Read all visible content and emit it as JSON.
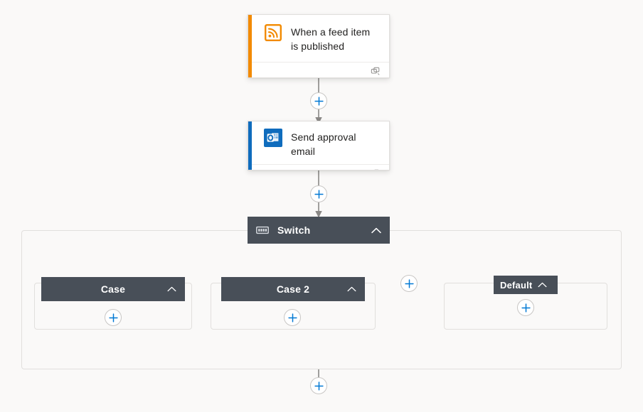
{
  "canvas": {
    "background": "#faf9f8",
    "accent_blue": "#0078d4",
    "scope_header_bg": "#484f58",
    "connector_gray": "#8a8886"
  },
  "nodes": {
    "trigger": {
      "title": "When a feed item is published",
      "icon": "rss-icon",
      "accent_color": "#f28a00",
      "connector_badge": "connector-link-icon"
    },
    "email": {
      "title": "Send approval email",
      "icon": "outlook-icon",
      "accent_color": "#0f6cbd",
      "connector_badge": "connector-link-icon"
    },
    "switch": {
      "title": "Switch",
      "icon": "switch-icon",
      "chevron": "chevron-up-icon"
    },
    "case1": {
      "title": "Case",
      "chevron": "chevron-up-icon"
    },
    "case2": {
      "title": "Case 2",
      "chevron": "chevron-up-icon"
    },
    "default_case": {
      "title": "Default",
      "chevron": "chevron-up-icon"
    }
  },
  "buttons": {
    "plus_trigger_to_email": "insert-step-icon",
    "plus_email_to_switch": "insert-step-icon",
    "plus_case1": "insert-step-icon",
    "plus_case2": "insert-step-icon",
    "plus_add_case": "insert-step-icon",
    "plus_default": "insert-step-icon",
    "plus_after_switch": "insert-step-icon"
  }
}
